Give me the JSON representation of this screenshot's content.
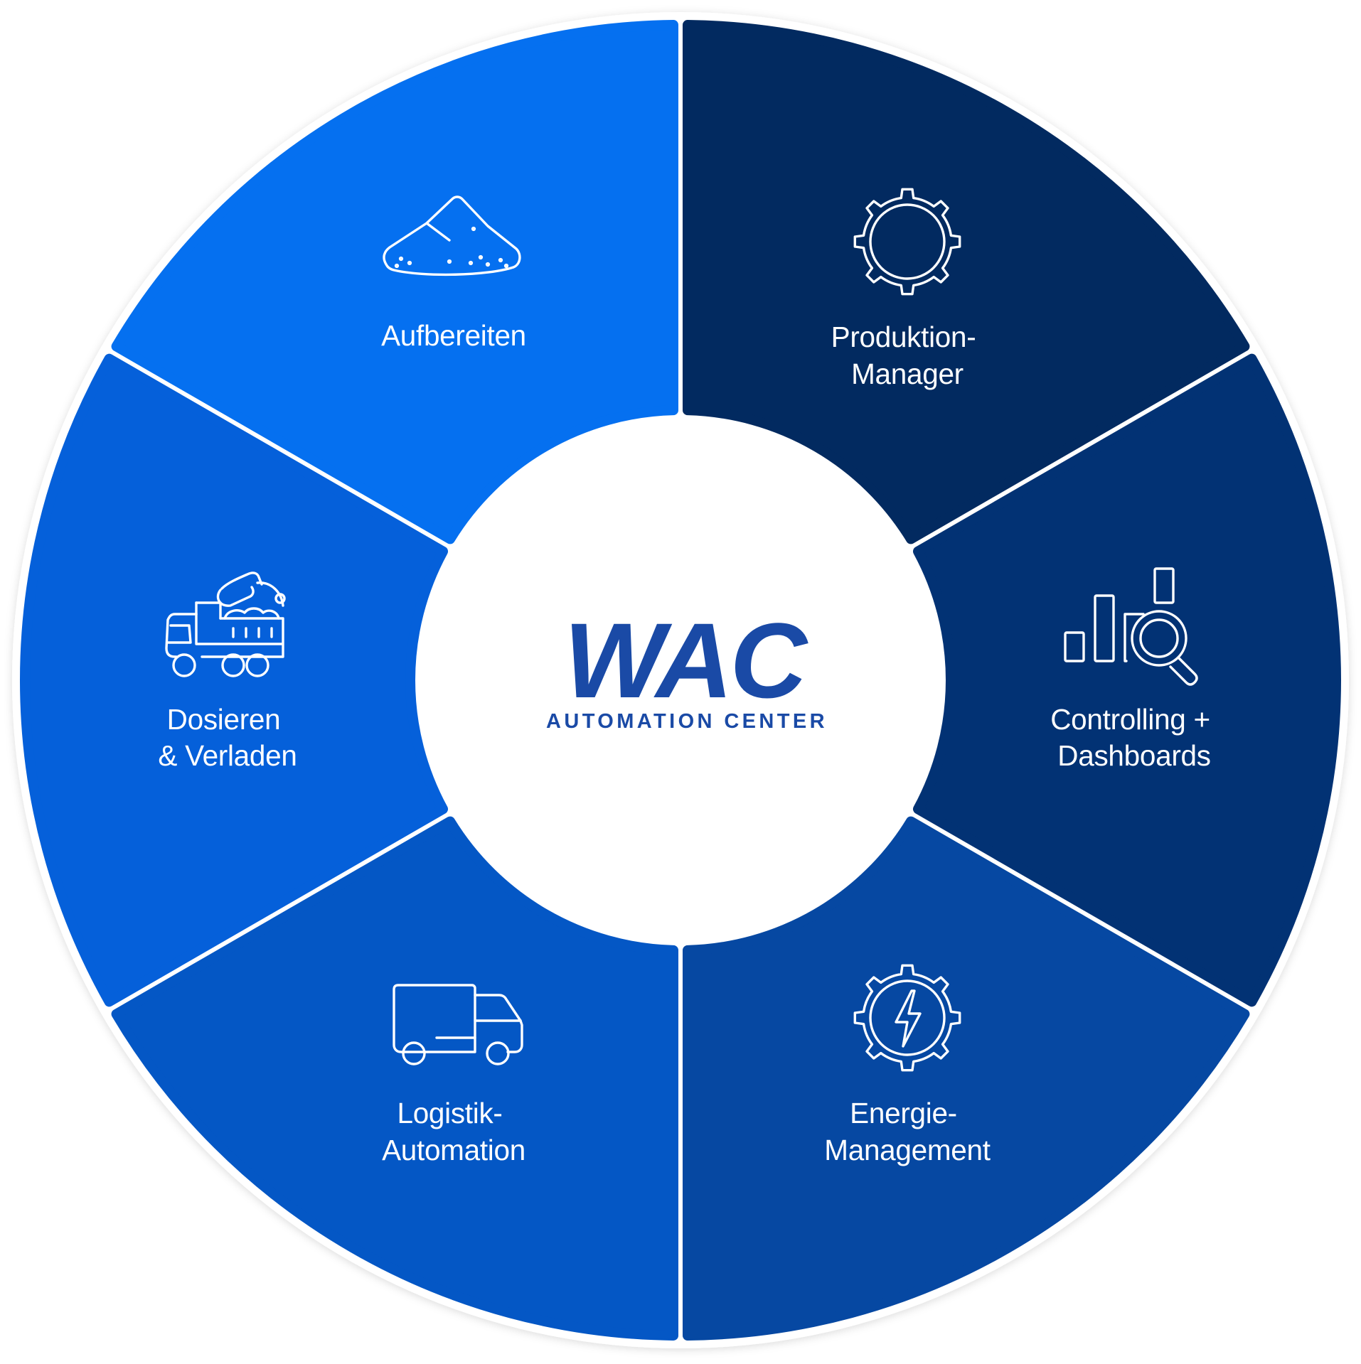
{
  "logo": {
    "wordmark": "WAC",
    "tagline": "AUTOMATION CENTER",
    "color": "#1a4aa6"
  },
  "segments": [
    {
      "id": "aufbereiten",
      "icon": "sand-pile-icon",
      "color": "#0570f0",
      "lines": [
        "Aufbereiten"
      ]
    },
    {
      "id": "produktion-manager",
      "icon": "gear-icon",
      "color": "#022a60",
      "lines": [
        "Produktion-",
        "Manager"
      ]
    },
    {
      "id": "controlling-dashboards",
      "icon": "bar-chart-search-icon",
      "color": "#023274",
      "lines": [
        "Controlling +",
        "Dashboards"
      ]
    },
    {
      "id": "energie-management",
      "icon": "gear-lightning-icon",
      "color": "#0648a2",
      "lines": [
        "Energie-",
        "Management"
      ]
    },
    {
      "id": "logistik-automation",
      "icon": "delivery-truck-icon",
      "color": "#0457c5",
      "lines": [
        "Logistik-",
        "Automation"
      ]
    },
    {
      "id": "dosieren-verladen",
      "icon": "dump-truck-excavator-icon",
      "color": "#0560da",
      "lines": [
        "Dosieren",
        "& Verladen"
      ]
    }
  ]
}
